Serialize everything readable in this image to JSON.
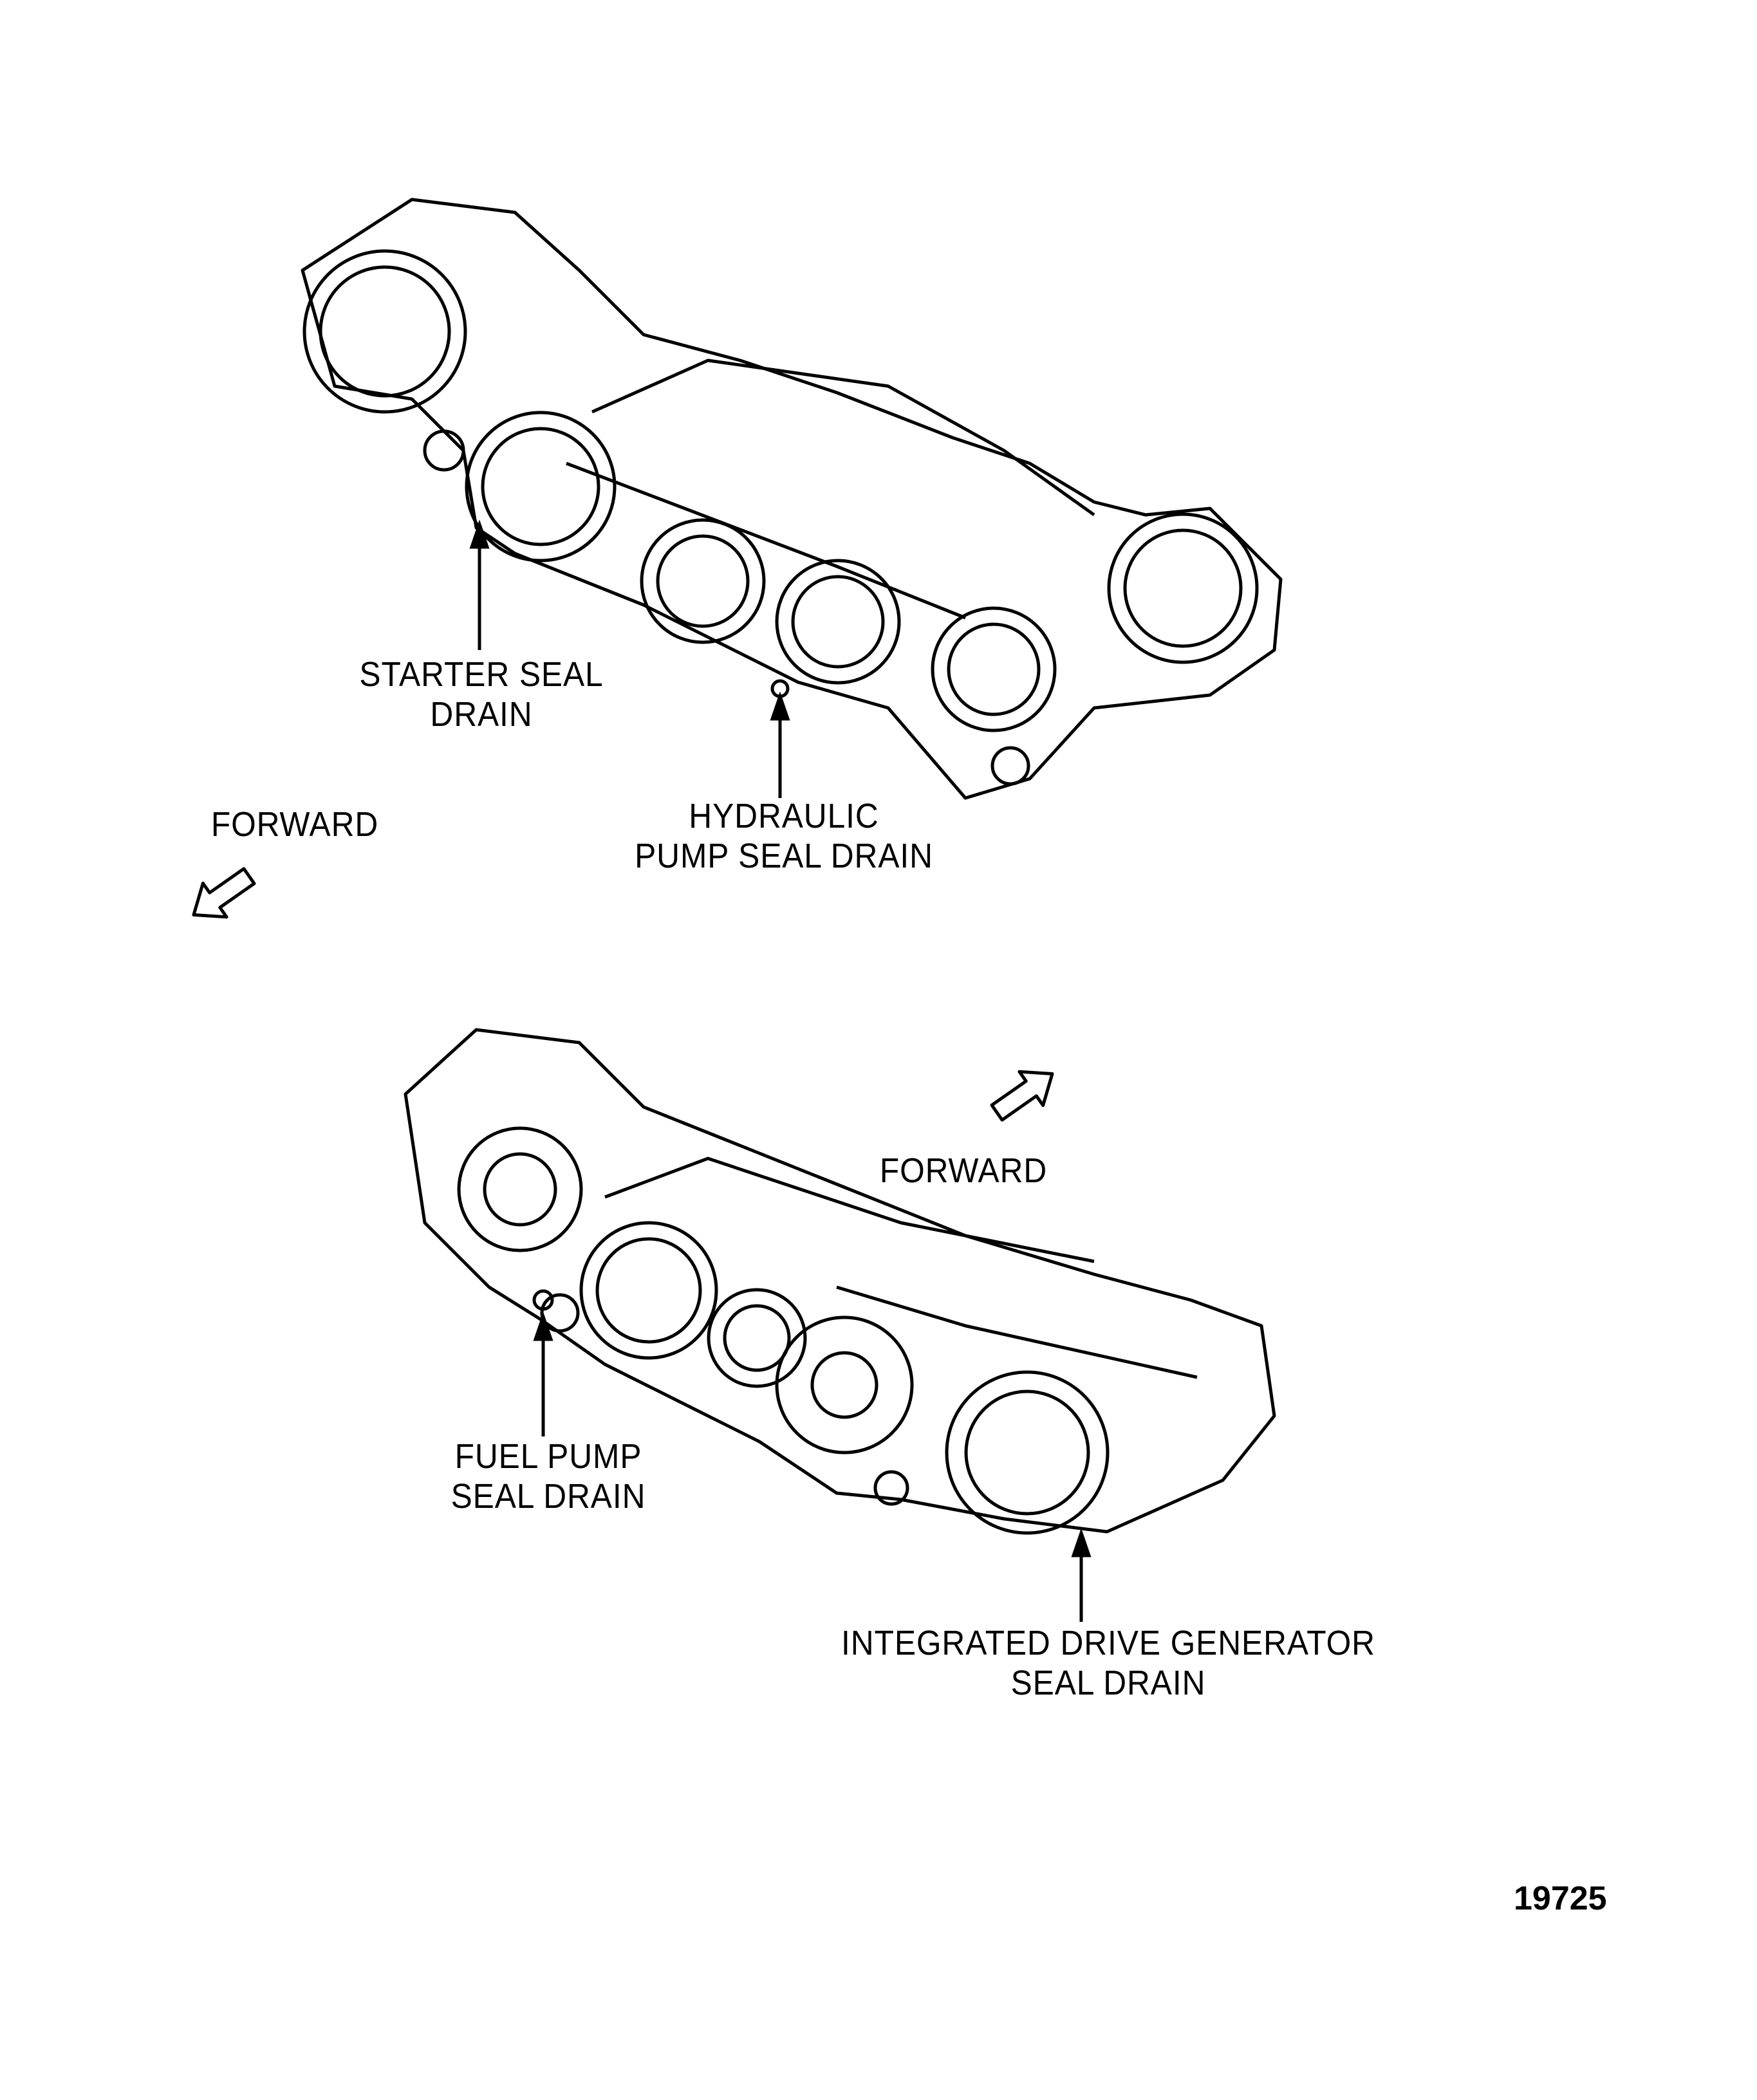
{
  "labels": {
    "starter": [
      "STARTER SEAL",
      "DRAIN"
    ],
    "hydraulic": [
      "HYDRAULIC",
      "PUMP SEAL DRAIN"
    ],
    "forward_top": "FORWARD",
    "forward_bottom": "FORWARD",
    "fuel_pump": [
      "FUEL PUMP",
      "SEAL DRAIN"
    ],
    "idg": [
      "INTEGRATED DRIVE GENERATOR",
      "SEAL DRAIN"
    ]
  },
  "figure_number": "19725",
  "icons": {
    "forward_arrow": "hollow-arrow-icon",
    "leader": "leader-arrow-icon"
  }
}
